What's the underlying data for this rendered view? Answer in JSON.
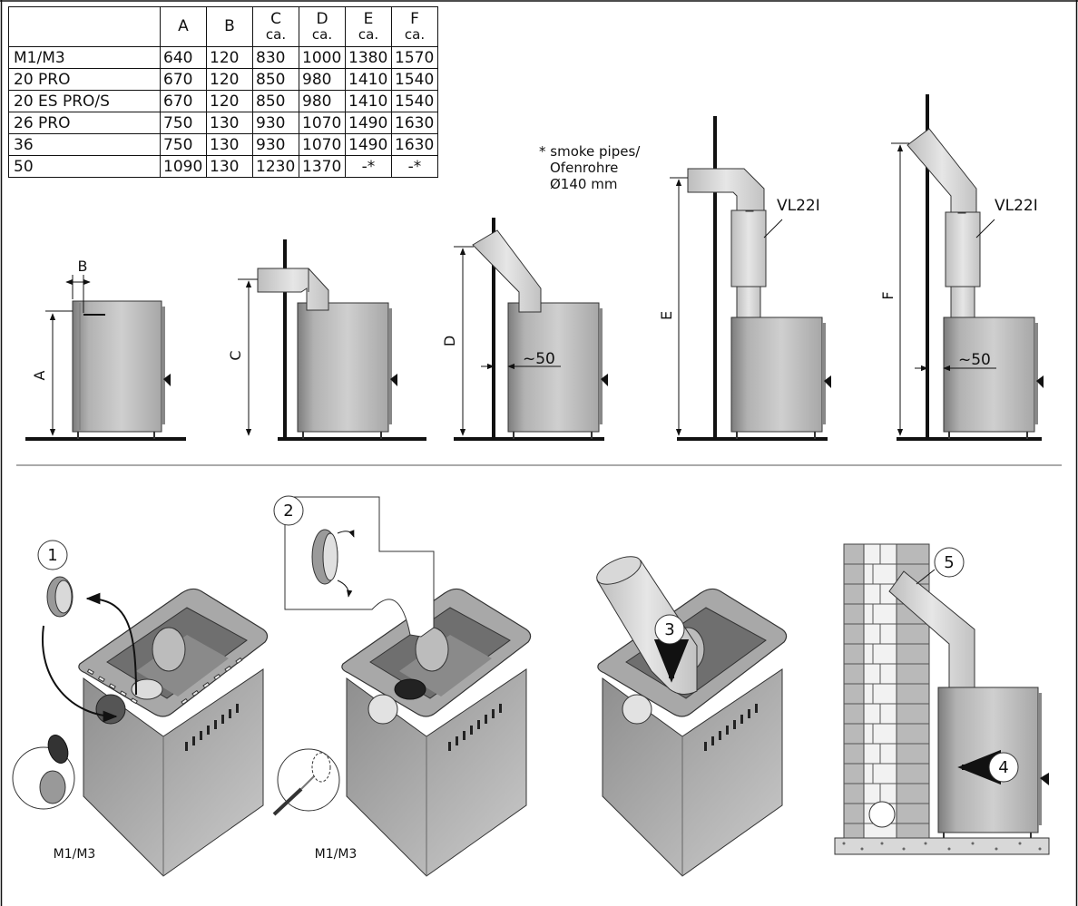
{
  "table": {
    "headers": [
      {
        "letter": "A",
        "unit": ""
      },
      {
        "letter": "B",
        "unit": ""
      },
      {
        "letter": "C",
        "unit": "ca."
      },
      {
        "letter": "D",
        "unit": "ca."
      },
      {
        "letter": "E",
        "unit": "ca."
      },
      {
        "letter": "F",
        "unit": "ca."
      }
    ],
    "rows": [
      {
        "model": "M1/M3",
        "values": [
          "640",
          "120",
          "830",
          "1000",
          "1380",
          "1570"
        ]
      },
      {
        "model": "20 PRO",
        "values": [
          "670",
          "120",
          "850",
          "980",
          "1410",
          "1540"
        ]
      },
      {
        "model": "20 ES PRO/S",
        "values": [
          "670",
          "120",
          "850",
          "980",
          "1410",
          "1540"
        ]
      },
      {
        "model": "26 PRO",
        "values": [
          "750",
          "130",
          "930",
          "1070",
          "1490",
          "1630"
        ]
      },
      {
        "model": "36",
        "values": [
          "750",
          "130",
          "930",
          "1070",
          "1490",
          "1630"
        ]
      },
      {
        "model": "50",
        "values": [
          "1090",
          "130",
          "1230",
          "1370",
          "-*",
          "-*"
        ]
      }
    ]
  },
  "note": {
    "line1": "* smoke pipes/",
    "line2": "Ofenrohre",
    "line3": "Ø140 mm"
  },
  "dimension_labels": {
    "a": "A",
    "b": "B",
    "c": "C",
    "d": "D",
    "e": "E",
    "f": "F",
    "gap1": "~50",
    "gap2": "~50",
    "vl1": "VL22I",
    "vl2": "VL22I"
  },
  "steps": {
    "s1": "1",
    "s2": "2",
    "s3": "3",
    "s4": "4",
    "s5": "5"
  },
  "insets": {
    "m1": "M1/M3",
    "m2": "M1/M3"
  }
}
